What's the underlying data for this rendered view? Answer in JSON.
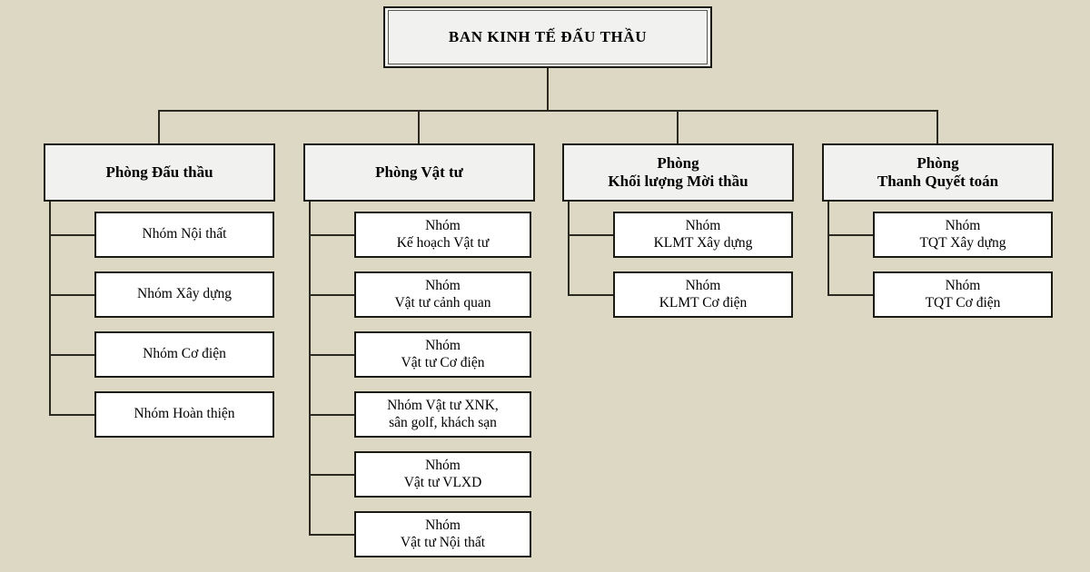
{
  "diagram": {
    "title": "BAN KINH TẾ ĐẤU THẦU",
    "background_color": "#ddd8c4",
    "root_fill": "#f1f1ef",
    "dept_fill": "#f1f1ef",
    "leaf_fill": "#ffffff",
    "line_color": "#2b2a22",
    "root": {
      "label": "BAN KINH TẾ ĐẤU THẦU"
    },
    "departments": [
      {
        "label": "Phòng Đấu thầu",
        "children": [
          {
            "label": "Nhóm Nội thất"
          },
          {
            "label": "Nhóm Xây dựng"
          },
          {
            "label": "Nhóm Cơ điện"
          },
          {
            "label": "Nhóm Hoàn thiện"
          }
        ]
      },
      {
        "label": "Phòng Vật tư",
        "children": [
          {
            "label": "Nhóm\nKế hoạch Vật tư"
          },
          {
            "label": "Nhóm\nVật tư cảnh quan"
          },
          {
            "label": "Nhóm\nVật tư Cơ điện"
          },
          {
            "label": "Nhóm Vật tư XNK,\nsân golf, khách sạn"
          },
          {
            "label": "Nhóm\nVật tư VLXD"
          },
          {
            "label": "Nhóm\nVật tư Nội thất"
          }
        ]
      },
      {
        "label": "Phòng\nKhối lượng Mời thầu",
        "children": [
          {
            "label": "Nhóm\nKLMT Xây dựng"
          },
          {
            "label": "Nhóm\nKLMT Cơ điện"
          }
        ]
      },
      {
        "label": "Phòng\nThanh Quyết toán",
        "children": [
          {
            "label": "Nhóm\nTQT Xây dựng"
          },
          {
            "label": "Nhóm\nTQT Cơ điện"
          }
        ]
      }
    ]
  }
}
